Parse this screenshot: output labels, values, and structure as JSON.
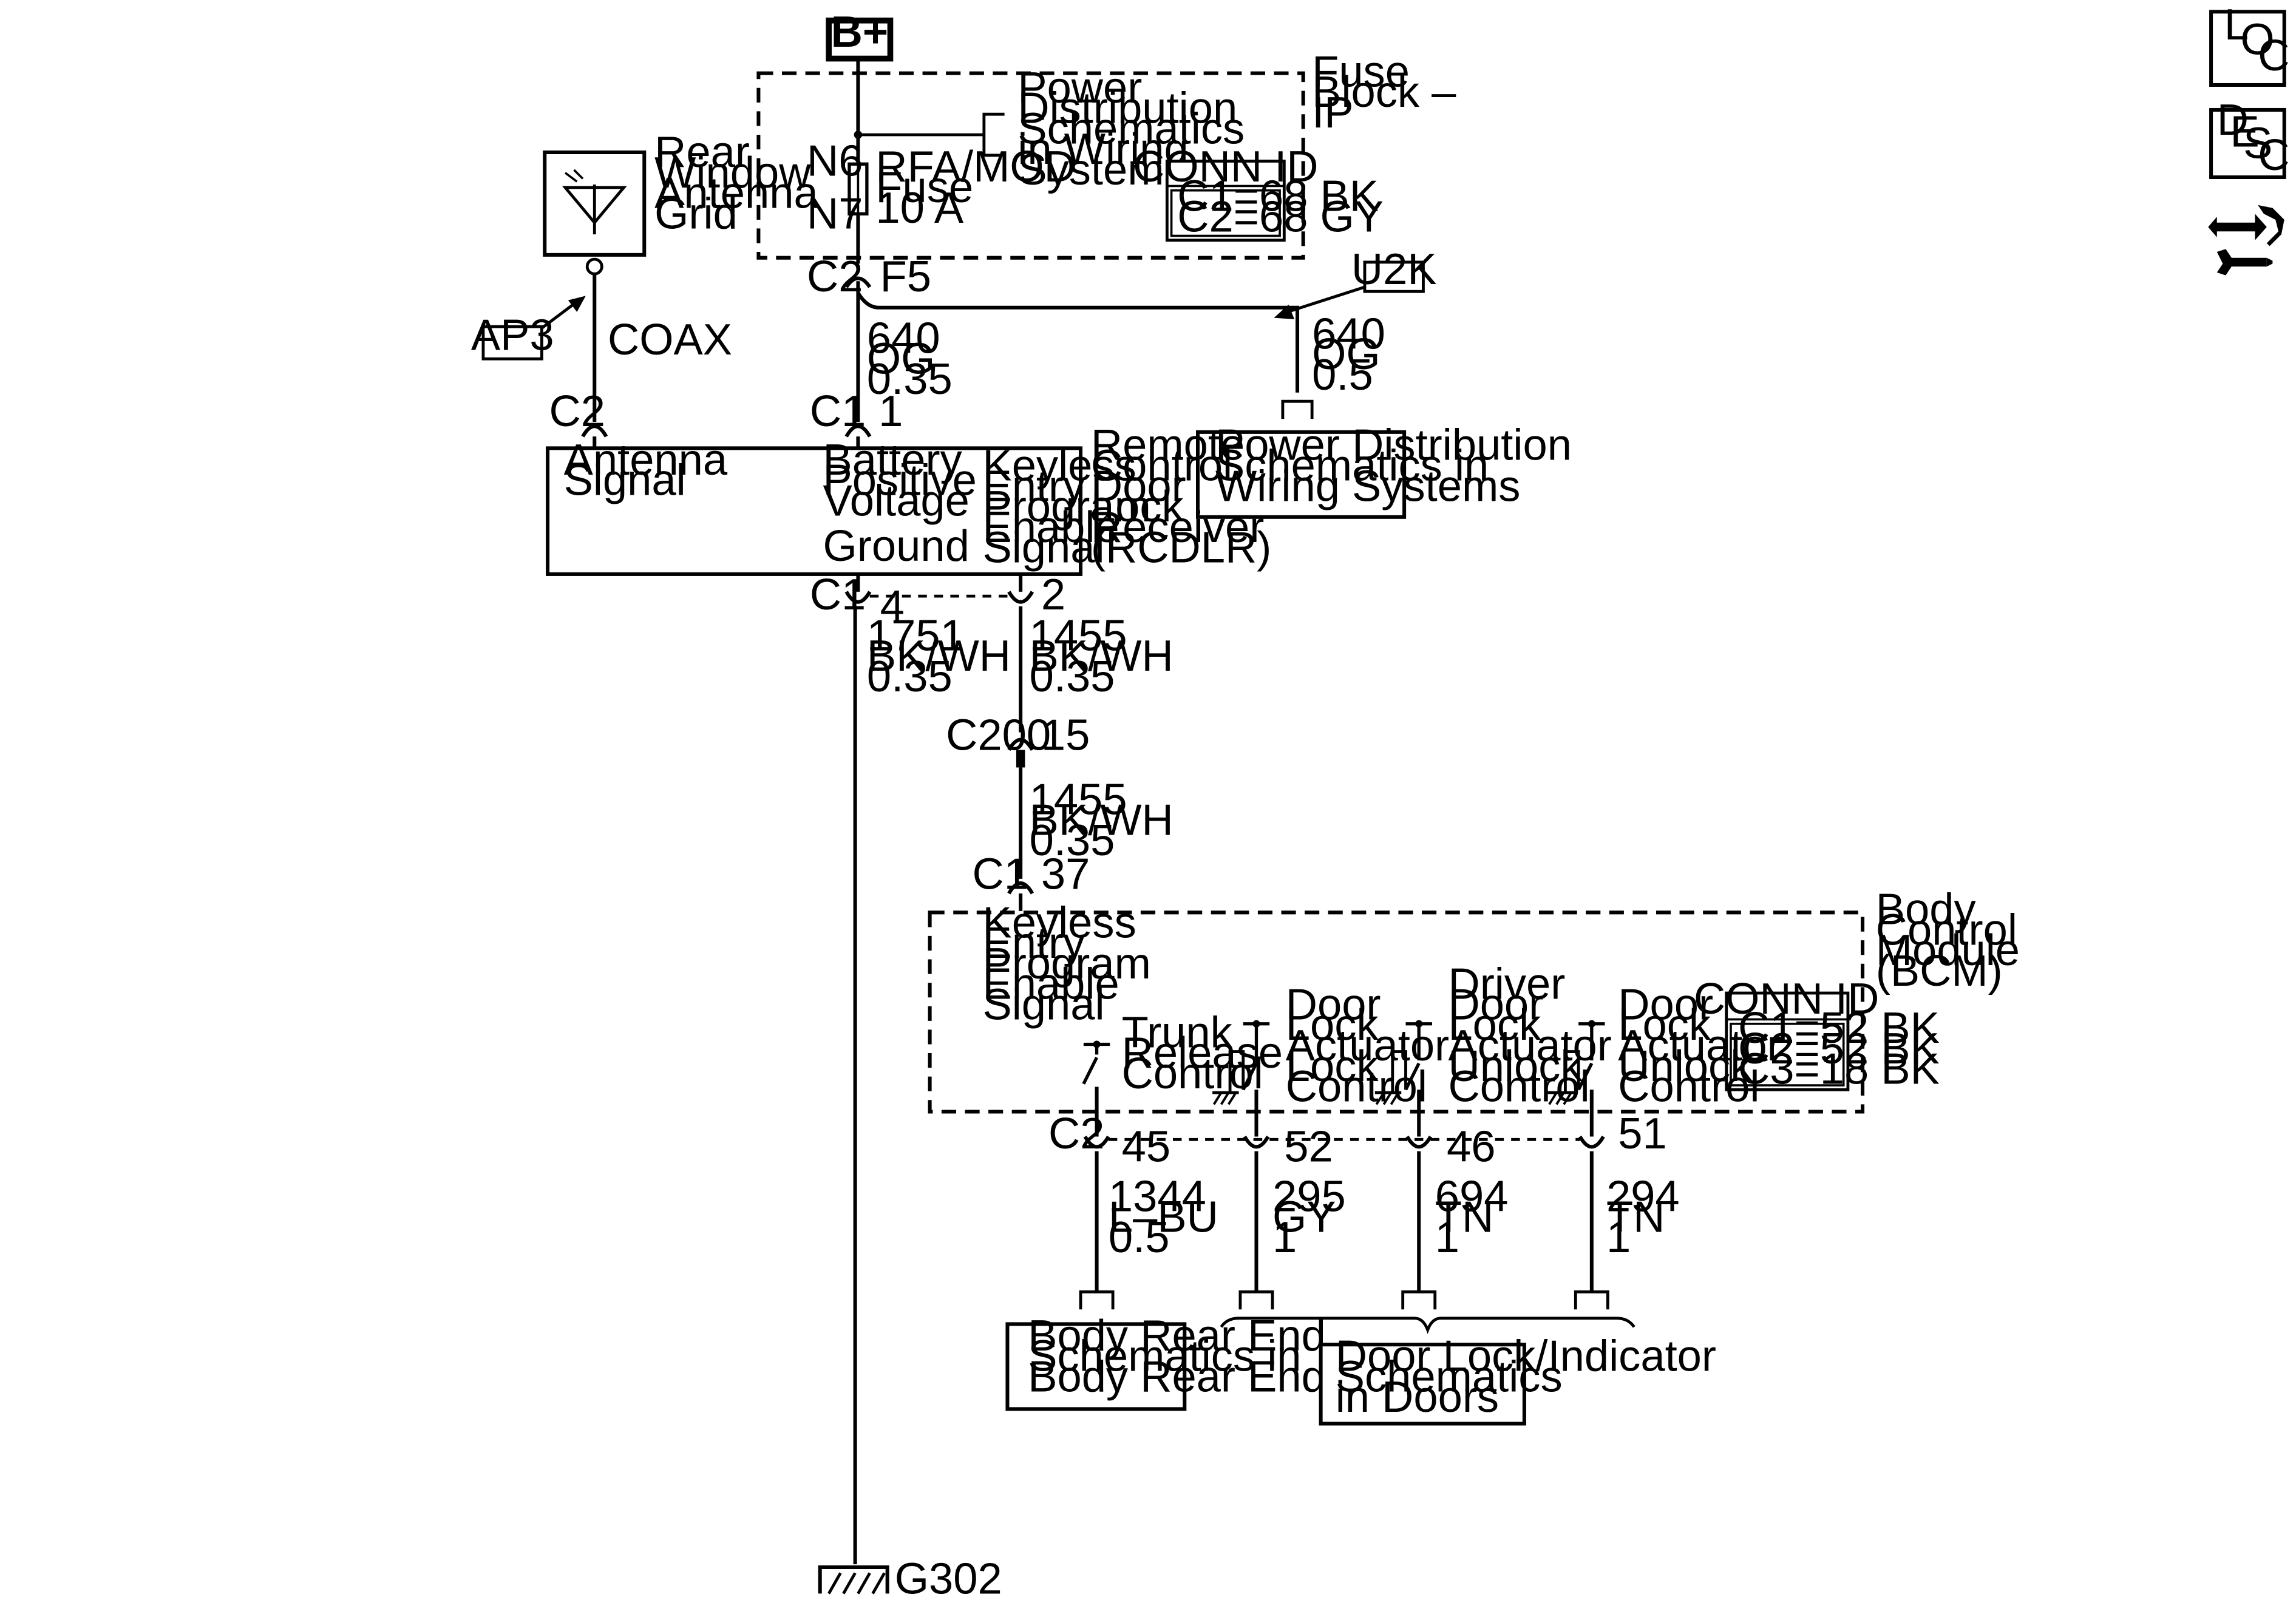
{
  "power_source": {
    "label": "B+"
  },
  "nav_icons": {
    "loc": [
      "L",
      "O",
      "C"
    ],
    "desc": [
      "D",
      "E",
      "S",
      "C"
    ]
  },
  "fuse_block": {
    "title": [
      "Fuse",
      "Block –",
      "IP"
    ],
    "fuse": [
      "RFA/MOD",
      "Fuse",
      "10 A"
    ],
    "pin_in": "N6",
    "pin_out": "N7",
    "ref": [
      "Power",
      "Distribution",
      "Schematics",
      "in Wiring",
      "Systems"
    ],
    "conn_header": "CONN ID",
    "conn": [
      "C1=68 BK",
      "C2=68 GY"
    ],
    "out_connector": "C2",
    "out_pin": "F5"
  },
  "antenna": {
    "title": [
      "Rear",
      "Window",
      "Antenna",
      "Grid"
    ],
    "callout": "AP3",
    "wire": "COAX",
    "connector": "C2"
  },
  "u2k": {
    "callout": "U2K",
    "wire": [
      "640",
      "OG",
      "0.5"
    ],
    "ref": [
      "Power Distribution",
      "Schematics in",
      "Wiring Systems"
    ]
  },
  "feed_wire": [
    "640",
    "OG",
    "0.35"
  ],
  "rcdlr": {
    "title": [
      "Remote",
      "Control",
      "Door",
      "Lock",
      "Receiver",
      "(RCDLR)"
    ],
    "in_connector": "C1",
    "in_pin": "1",
    "antenna_signal": [
      "Antenna",
      "Signal"
    ],
    "battery": [
      "Battery",
      "Positive",
      "Voltage"
    ],
    "keyless": [
      "Keyless",
      "Entry",
      "Program",
      "Enable",
      "Signal"
    ],
    "ground": "Ground",
    "out_connector": "C1",
    "ground_pin": "4",
    "signal_pin": "2"
  },
  "ground_wire": [
    "1751",
    "BK/WH",
    "0.35"
  ],
  "signal_wire_upper": [
    "1455",
    "BK/WH",
    "0.35"
  ],
  "inline_connector": {
    "name": "C200",
    "pin": "15"
  },
  "signal_wire_lower": [
    "1455",
    "BK/WH",
    "0.35"
  ],
  "bcm": {
    "in_connector": "C1",
    "in_pin": "37",
    "title": [
      "Body",
      "Control",
      "Module",
      "(BCM)"
    ],
    "keyless": [
      "Keyless",
      "Entry",
      "Program",
      "Enable",
      "Signal"
    ],
    "conn_header": "CONN ID",
    "conn": [
      "C1=52 BK",
      "C2=52 BK",
      "C3=18 BK"
    ],
    "out_connector": "C2",
    "outputs": [
      {
        "label": [
          "Trunk",
          "Release",
          "Control"
        ],
        "pin": "45",
        "wire": [
          "1344",
          "L–BU",
          "0.5"
        ]
      },
      {
        "label": [
          "Door",
          "Lock",
          "Actuator",
          "Lock",
          "Control"
        ],
        "pin": "52",
        "wire": [
          "295",
          "GY",
          "1"
        ]
      },
      {
        "label": [
          "Driver",
          "Door",
          "Lock",
          "Actuator",
          "Unlock",
          "Control"
        ],
        "pin": "46",
        "wire": [
          "694",
          "TN",
          "1"
        ]
      },
      {
        "label": [
          "Door",
          "Lock",
          "Actuator",
          "Unlock",
          "Control"
        ],
        "pin": "51",
        "wire": [
          "294",
          "TN",
          "1"
        ]
      }
    ]
  },
  "body_rear_ref": [
    "Body Rear End",
    "Schematics in",
    "Body Rear End"
  ],
  "door_lock_ref": [
    "Door Lock/Indicator",
    "Schematics",
    "in Doors"
  ],
  "ground_point": "G302"
}
